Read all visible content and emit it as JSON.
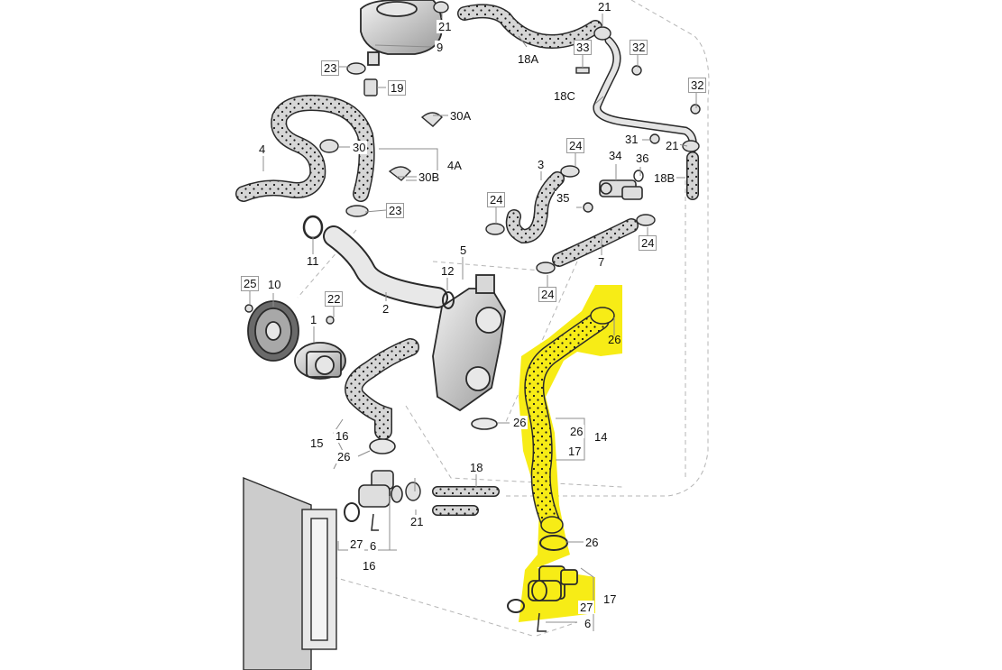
{
  "colors": {
    "highlight": "#f7ec16",
    "hose_fill": "#d6d6d6",
    "hose_dots": "#1a1a1a",
    "outline": "#2a2a2a",
    "leader": "#8c8c8c",
    "dashed": "#b5b5b5"
  },
  "labels": {
    "p1": "1",
    "p2": "2",
    "p3": "3",
    "p4": "4",
    "p4a": "4A",
    "p5": "5",
    "p6a": "6",
    "p6b": "6",
    "p7": "7",
    "p9": "9",
    "p10": "10",
    "p11": "11",
    "p12": "12",
    "p14": "14",
    "p15": "15",
    "p16a": "16",
    "p16b": "16",
    "p17a": "17",
    "p17b": "17",
    "p18": "18",
    "p18a": "18A",
    "p18b": "18B",
    "p18c": "18C",
    "p19": "19",
    "p21a": "21",
    "p21b": "21",
    "p21c": "21",
    "p21d": "21",
    "p22": "22",
    "p23a": "23",
    "p23b": "23",
    "p24a": "24",
    "p24b": "24",
    "p24c": "24",
    "p24d": "24",
    "p25": "25",
    "p26a": "26",
    "p26b": "26",
    "p26c": "26",
    "p26d": "26",
    "p26e": "26",
    "p27a": "27",
    "p27b": "27",
    "p30": "30",
    "p30a": "30A",
    "p30b": "30B",
    "p31": "31",
    "p32a": "32",
    "p32b": "32",
    "p33": "33",
    "p34": "34",
    "p35": "35",
    "p36": "36"
  }
}
